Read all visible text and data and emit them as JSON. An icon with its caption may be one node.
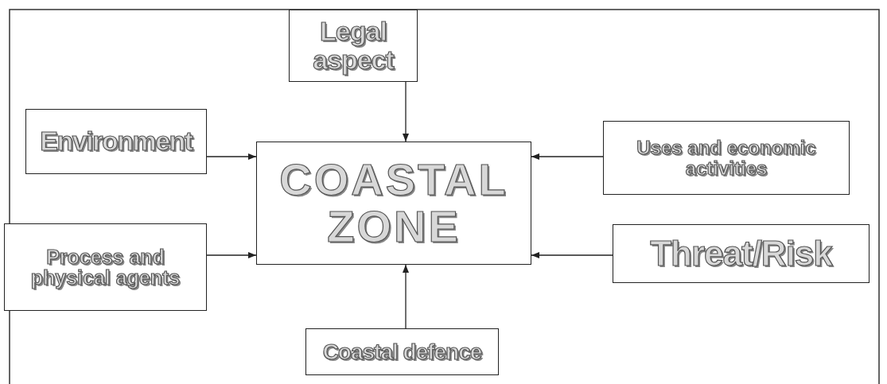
{
  "diagram": {
    "nodes": [
      {
        "text": [
          "Legal aspect"
        ]
      },
      {
        "text": [
          "Environment"
        ]
      },
      {
        "text": [
          "Uses and economic activities"
        ]
      },
      {
        "text": [
          "COASTAL ZONE"
        ]
      },
      {
        "text": [
          "Process and physical agents"
        ]
      },
      {
        "text": [
          "Threat/Risk"
        ]
      },
      {
        "text": [
          "Coastal defence"
        ]
      }
    ],
    "edges": [
      {
        "from": 0,
        "to": 3,
        "arrow": "to"
      },
      {
        "from": 1,
        "to": 3,
        "arrow": "to"
      },
      {
        "from": 2,
        "to": 3,
        "arrow": "to"
      },
      {
        "from": 4,
        "to": 3,
        "arrow": "to"
      },
      {
        "from": 5,
        "to": 3,
        "arrow": "to"
      },
      {
        "from": 6,
        "to": 3,
        "arrow": "to"
      }
    ]
  }
}
